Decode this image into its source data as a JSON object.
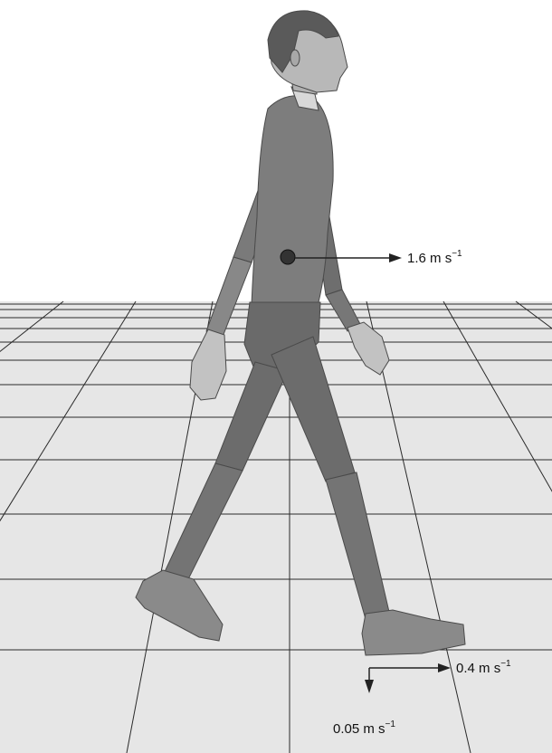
{
  "labels": {
    "com_velocity": {
      "value": "1.6",
      "unit": "m s",
      "exp": "−1"
    },
    "foot_horizontal_velocity": {
      "value": "0.4",
      "unit": "m s",
      "exp": "−1"
    },
    "foot_vertical_velocity": {
      "value": "0.05",
      "unit": "m s",
      "exp": "−1"
    }
  },
  "colors": {
    "background": "#ffffff",
    "floor": "#e6e6e6",
    "grid_line": "#2a2a2a",
    "body": "#7d7d7d",
    "body_dark": "#5f5f5f",
    "skin": "#b8b8b8",
    "arrow": "#222222"
  }
}
